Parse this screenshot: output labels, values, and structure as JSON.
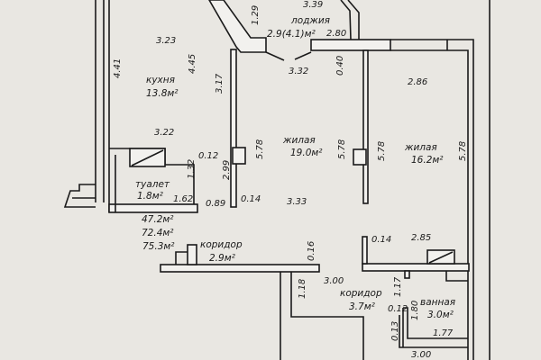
{
  "rooms": {
    "loggia": {
      "name": "лоджия",
      "area": "2.9(4.1)м²"
    },
    "kitchen": {
      "name": "кухня",
      "area": "13.8м²"
    },
    "living1": {
      "name": "жилая",
      "area": "19.0м²"
    },
    "living2": {
      "name": "жилая",
      "area": "16.2м²"
    },
    "toilet": {
      "name": "туалет",
      "area": "1.8м²"
    },
    "corridor1": {
      "name": "коридор",
      "area": "2.9м²"
    },
    "corridor2": {
      "name": "коридор",
      "area": "3.7м²"
    },
    "bathroom": {
      "name": "ванная",
      "area": "3.0м²"
    }
  },
  "totals": [
    "47.2м²",
    "72.4м²",
    "75.3м²"
  ],
  "dimensions": [
    "3.39",
    "1.29",
    "2.80",
    "3.32",
    "0.40",
    "3.23",
    "4.45",
    "4.41",
    "3.17",
    "3.22",
    "0.12",
    "1.32",
    "2.99",
    "5.78",
    "5.78",
    "5.78",
    "5.78",
    "2.86",
    "1.62",
    "0.89",
    "0.14",
    "3.33",
    "0.16",
    "0.14",
    "2.85",
    "3.00",
    "1.18",
    "1.17",
    "0.12",
    "1.80",
    "0.13",
    "1.77",
    "3.00"
  ]
}
